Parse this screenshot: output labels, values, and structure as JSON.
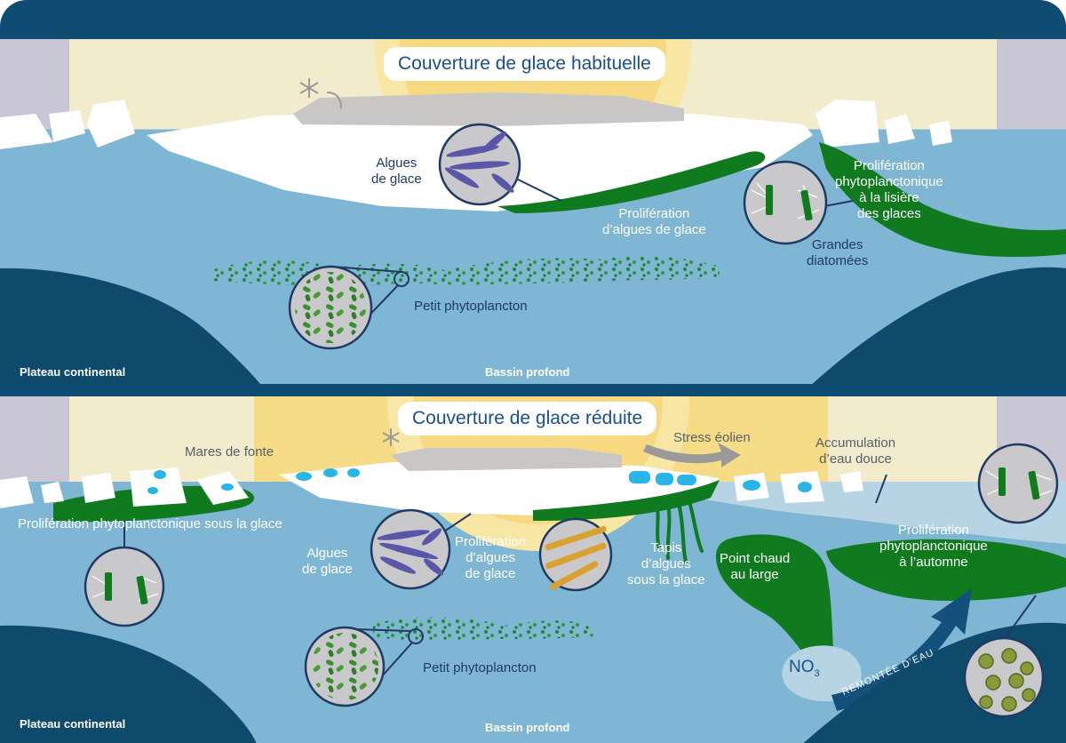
{
  "panels": [
    {
      "title": "Couverture de glace habituelle",
      "labels": {
        "ice_algae": [
          "Algues",
          "de glace"
        ],
        "ice_algae_bloom": [
          "Prolifération",
          "d’algues de glace"
        ],
        "edge_bloom": [
          "Prolifération",
          "phytoplanctonique",
          "à la lisière",
          "des glaces"
        ],
        "large_diatoms": [
          "Grandes",
          "diatomées"
        ],
        "small_phyto": "Petit phytoplancton",
        "shelf": "Plateau continental",
        "basin": "Bassin profond"
      }
    },
    {
      "title": "Couverture de glace réduite",
      "labels": {
        "melt_ponds": "Mares de fonte",
        "wind_stress": "Stress éolien",
        "freshwater": [
          "Accumulation",
          "d’eau douce"
        ],
        "under_ice_bloom": "Prolifération phytoplanctonique sous la glace",
        "ice_algae": [
          "Algues",
          "de glace"
        ],
        "ice_algae_bloom": [
          "Prolifération",
          "d’algues",
          "de glace"
        ],
        "algae_mats": [
          "Tapis",
          "d’algues",
          "sous la glace"
        ],
        "hotspot": [
          "Point chaud",
          "au large"
        ],
        "autumn_bloom": [
          "Prolifération",
          "phytoplanctonique",
          "à l’automne"
        ],
        "small_phyto": "Petit phytoplancton",
        "nitrate": "NO",
        "nitrate_sub": "3",
        "upwelling": "REMONTÉE D’EAU",
        "shelf": "Plateau continental",
        "basin": "Bassin profond"
      }
    }
  ],
  "colors": {
    "frame": "#0f4c73",
    "water": "#7eb6d3",
    "seafloor": "#0d4a6c",
    "sky": "#f2eccd",
    "sun": "#f6d981",
    "ice": "#ffffff",
    "bloom": "#0f7a1e",
    "circle_fill": "#c9c9cb",
    "text_dark": "#1f3a63",
    "title_text": "#1a4f8a"
  },
  "icons": [
    "snowflake-icon",
    "upwelling-arrow",
    "wind-arrow"
  ]
}
